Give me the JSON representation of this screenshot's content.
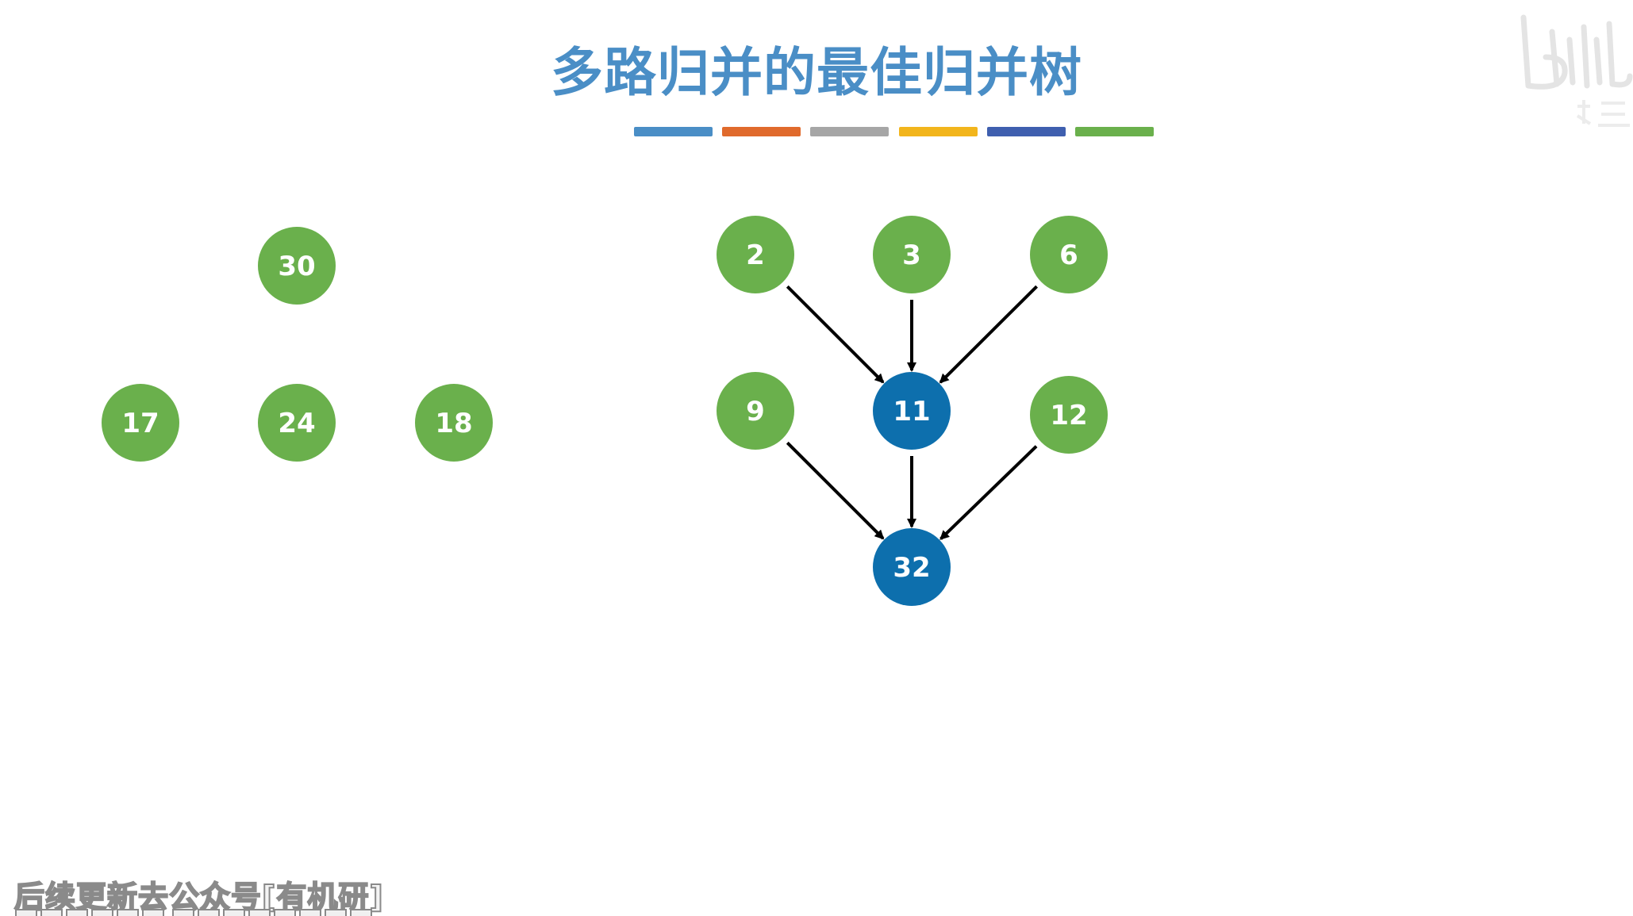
{
  "title": "多路归并的最佳归并树",
  "title_bar_colors": [
    "#4a8ec6",
    "#e06a2c",
    "#a6a6a6",
    "#f2b51c",
    "#3f5faf",
    "#6ab04c"
  ],
  "colors": {
    "leaf": "#6ab04c",
    "merged": "#0d6fad",
    "edge": "#000000"
  },
  "left_nodes": [
    {
      "id": "n30",
      "label": "30",
      "kind": "leaf"
    },
    {
      "id": "n17",
      "label": "17",
      "kind": "leaf"
    },
    {
      "id": "n24",
      "label": "24",
      "kind": "leaf"
    },
    {
      "id": "n18",
      "label": "18",
      "kind": "leaf"
    }
  ],
  "tree_nodes": [
    {
      "id": "n2",
      "label": "2",
      "kind": "leaf"
    },
    {
      "id": "n3",
      "label": "3",
      "kind": "leaf"
    },
    {
      "id": "n6",
      "label": "6",
      "kind": "leaf"
    },
    {
      "id": "n9",
      "label": "9",
      "kind": "leaf"
    },
    {
      "id": "n11",
      "label": "11",
      "kind": "merged"
    },
    {
      "id": "n12",
      "label": "12",
      "kind": "leaf"
    },
    {
      "id": "n32",
      "label": "32",
      "kind": "merged"
    }
  ],
  "tree_edges": [
    {
      "from": "n2",
      "to": "n11"
    },
    {
      "from": "n3",
      "to": "n11"
    },
    {
      "from": "n6",
      "to": "n11"
    },
    {
      "from": "n9",
      "to": "n32"
    },
    {
      "from": "n11",
      "to": "n32"
    },
    {
      "from": "n12",
      "to": "n32"
    }
  ],
  "watermark_icon": "bilibili-logo-icon",
  "footer_caption": "后续更新去公众号[有机研]"
}
